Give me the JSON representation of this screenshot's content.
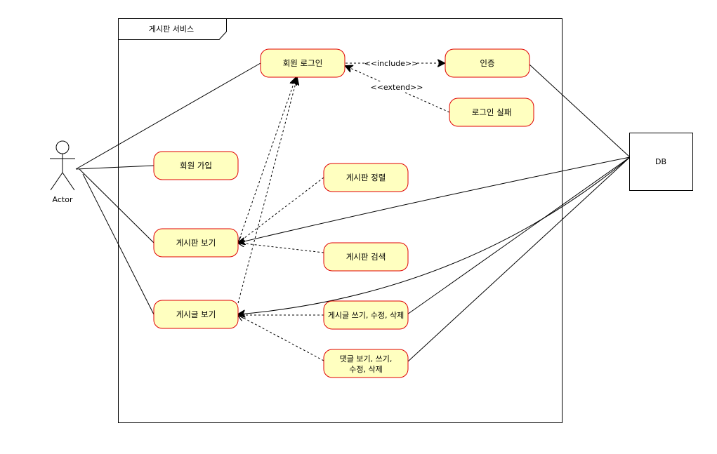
{
  "system": {
    "title": "게시판 서비스"
  },
  "actor": {
    "label": "Actor"
  },
  "db": {
    "label": "DB"
  },
  "use_cases": {
    "login": "회원 로그인",
    "auth": "인증",
    "login_fail": "로그인 실패",
    "signup": "회원 가입",
    "board_sort": "게시판 정렬",
    "board_view": "게시판 보기",
    "board_search": "게시판 검색",
    "post_view": "게시글 보기",
    "post_write": "게시글 쓰기, 수정, 삭제",
    "comment_line1": "댓글 보기, 쓰기,",
    "comment_line2": "수정, 삭제"
  },
  "relations": {
    "include": "<<include>>",
    "extend": "<<extend>>"
  },
  "colors": {
    "usecase_fill": "#FFFFC0",
    "usecase_stroke": "#E00000",
    "line": "#000000"
  }
}
